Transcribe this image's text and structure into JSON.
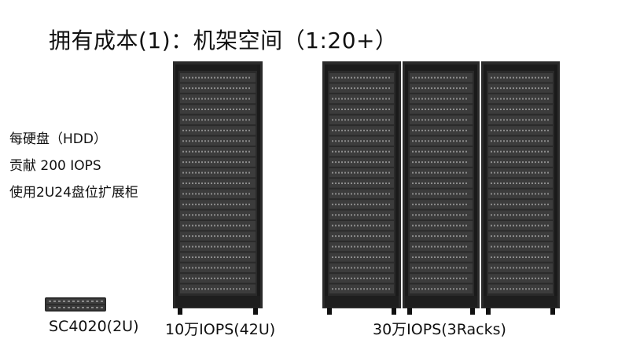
{
  "title": "拥有成本(1)：机架空间（1:20+）",
  "description": {
    "lines": [
      "每硬盘（HDD）",
      "贡献 200 IOPS",
      "使用2U24盘位扩展柜"
    ]
  },
  "captions": {
    "server": "SC4020(2U)",
    "single_rack": "10万IOPS(42U)",
    "three_racks": "30万IOPS(3Racks)"
  },
  "colors": {
    "rack_frame": "#2a2a2a",
    "rack_unit": "#3c3c3c",
    "rack_led": "#cfcfcf"
  }
}
